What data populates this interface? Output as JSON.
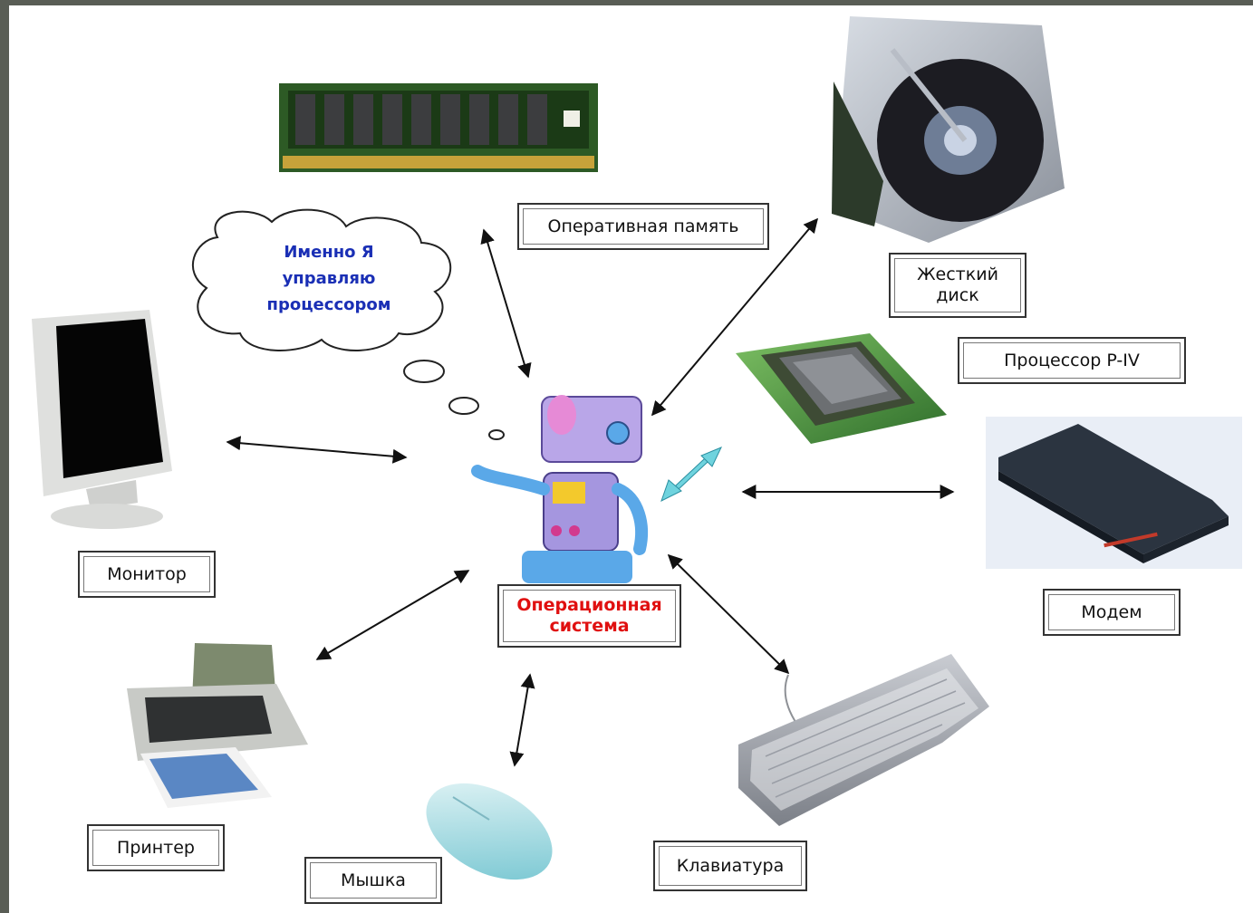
{
  "labels": {
    "ram": "Оперативная память",
    "hdd": "Жесткий\nдиск",
    "cpu": "Процессор P-IV",
    "monitor": "Монитор",
    "modem": "Модем",
    "os": "Операционная\nсистема",
    "printer": "Принтер",
    "mouse": "Мышка",
    "keyboard": "Клавиатура"
  },
  "thought": "Именно Я\nуправляю\nпроцессором",
  "colors": {
    "frame": "#595d55",
    "os_label": "#e01010",
    "thought_text": "#1a2fb5",
    "cpu_arrow": "#6fd3de",
    "robot_body": "#5aa8e8",
    "robot_head": "#b9a6e8"
  },
  "icons": [
    "ram-module-icon",
    "hard-disk-icon",
    "cpu-chip-icon",
    "monitor-icon",
    "modem-icon",
    "printer-icon",
    "mouse-icon",
    "keyboard-icon",
    "robot-icon",
    "thought-cloud-icon"
  ]
}
